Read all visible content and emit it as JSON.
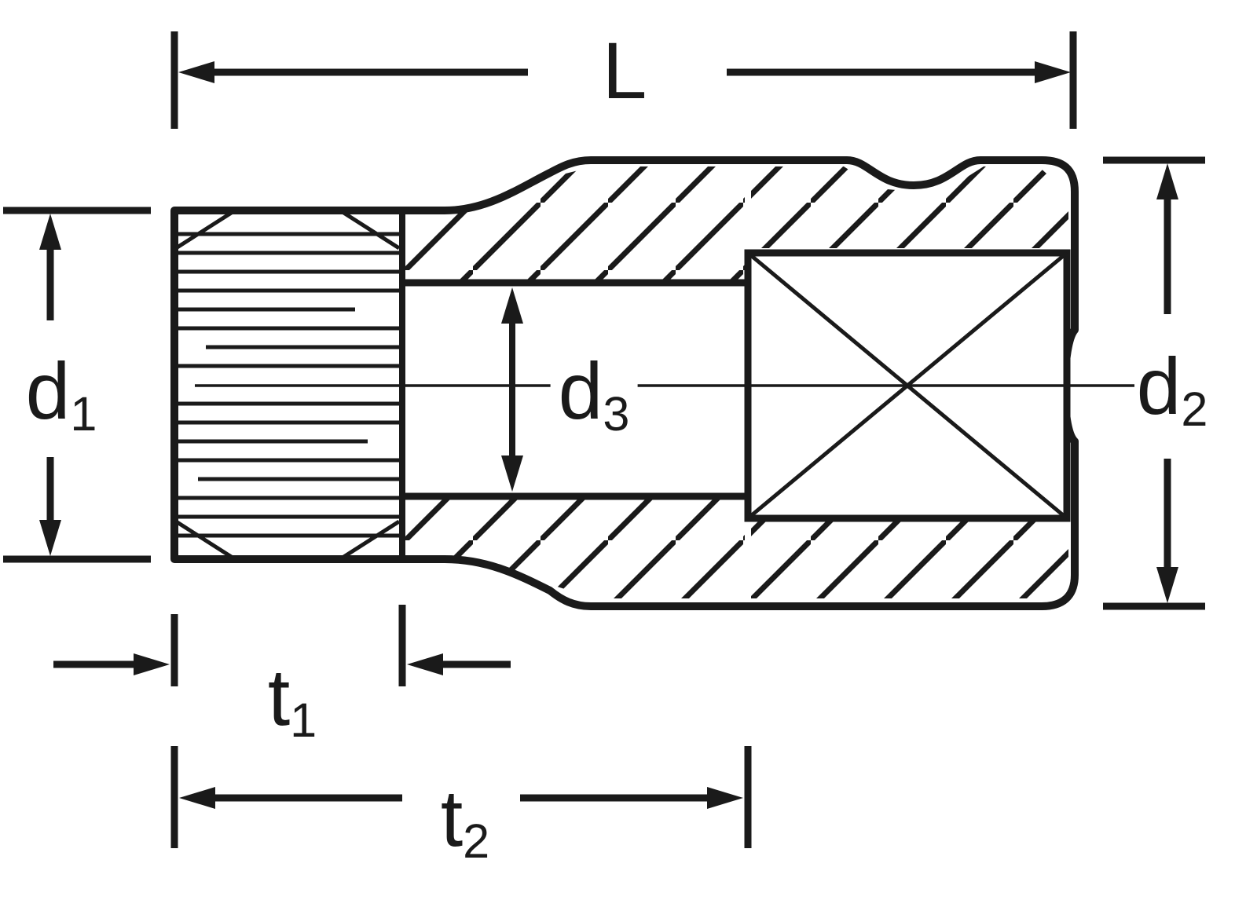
{
  "figure": {
    "kind": "technical-dimension-drawing",
    "subject": "socket-cross-section"
  },
  "colors": {
    "line": "#1a1a1a",
    "background": "#ffffff"
  },
  "labels": {
    "L": {
      "base": "L",
      "sub": ""
    },
    "d1": {
      "base": "d",
      "sub": "1"
    },
    "d3": {
      "base": "d",
      "sub": "3"
    },
    "d2": {
      "base": "d",
      "sub": "2"
    },
    "t1": {
      "base": "t",
      "sub": "1"
    },
    "t2": {
      "base": "t",
      "sub": "2"
    }
  }
}
